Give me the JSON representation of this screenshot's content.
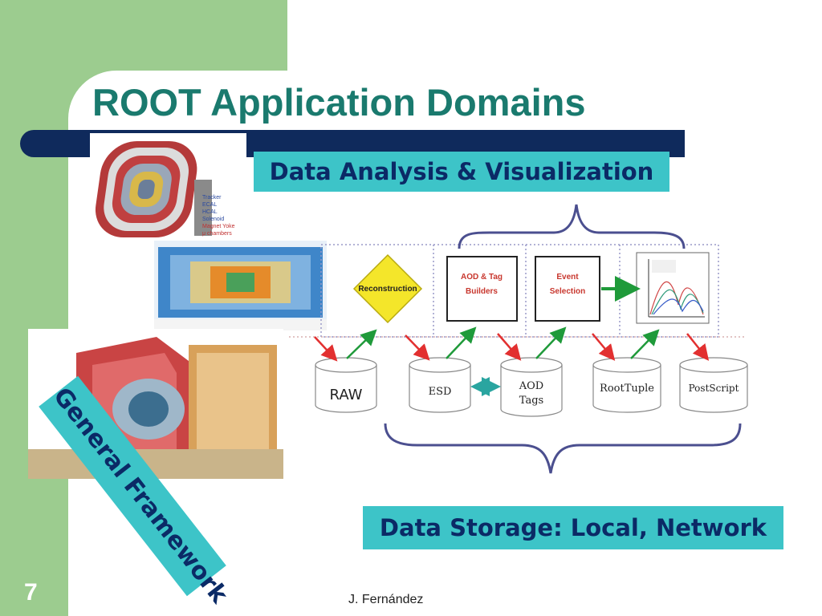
{
  "slide": {
    "title": "ROOT Application Domains",
    "number": "7",
    "author": "J. Fernández"
  },
  "labels": {
    "analysis": "Data Analysis & Visualization",
    "storage": "Data Storage: Local, Network",
    "framework": "General Framework"
  },
  "diagram": {
    "reconstruction": "Reconstruction",
    "aod_builders_line1": "AOD & Tag",
    "aod_builders_line2": "Builders",
    "event_selection_line1": "Event",
    "event_selection_line2": "Selection",
    "raw": "RAW",
    "esd": "ESD",
    "aod_tags_line1": "AOD",
    "aod_tags_line2": "Tags",
    "roottuple": "RootTuple",
    "postscript": "PostScript"
  },
  "detector_legend": [
    "Tracker",
    "ECAL",
    "HCAL",
    "Solenoid",
    "Magnet Yoke",
    "μ chambers"
  ],
  "colors": {
    "green_band": "#9ccc8f",
    "title": "#1a7a6e",
    "navy": "#0f2a5c",
    "cyan_box": "#3dc4c8",
    "label_text": "#0b2a66",
    "arrow_red": "#e23030",
    "arrow_green": "#1f9a3a",
    "arrow_teal": "#2aa5a0",
    "brace": "#4b4f8f",
    "diamond": "#f4e62a"
  }
}
